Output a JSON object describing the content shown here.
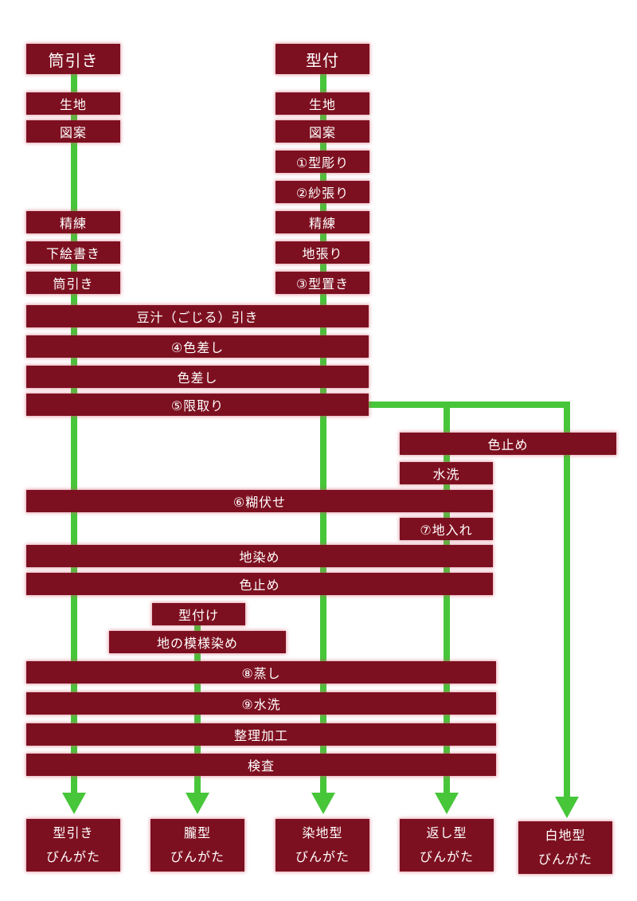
{
  "columns": {
    "tsutsubiki": "筒引き",
    "katatsuke": "型付"
  },
  "steps": {
    "left_kiji": "生地",
    "left_zuan": "図案",
    "left_seiren": "精練",
    "left_shitae": "下絵書き",
    "left_tsutsubiki": "筒引き",
    "right_kiji": "生地",
    "right_zuan": "図案",
    "katabori": "①型彫り",
    "shabari": "②紗張り",
    "right_seiren": "精練",
    "jibari": "地張り",
    "kataoki": "③型置き",
    "gojiru": "豆汁（ごじる）引き",
    "irosashi_1": "④色差し",
    "irosashi_2": "色差し",
    "kumadori": "⑤限取り",
    "irodome_1": "色止め",
    "suisen_1": "水洗",
    "norifuse": "⑥糊伏せ",
    "jiire": "⑦地入れ",
    "jizome": "地染め",
    "irodome_2": "色止め",
    "katatsuke": "型付け",
    "ji_moyo": "地の模様染め",
    "mushi": "⑧蒸し",
    "suisen_2": "⑨水洗",
    "seiri_kako": "整理加工",
    "kensa": "検査"
  },
  "outputs": [
    {
      "name": "型引き",
      "reading": "びんがた"
    },
    {
      "name": "朧型",
      "reading": "びんがた"
    },
    {
      "name": "染地型",
      "reading": "びんがた"
    },
    {
      "name": "返し型",
      "reading": "びんがた"
    },
    {
      "name": "白地型",
      "reading": "びんがた"
    }
  ],
  "colors": {
    "box": "#7d1020",
    "box_glow": "#d25a6e",
    "flow_line": "#47c63a",
    "text": "#ffffff"
  }
}
